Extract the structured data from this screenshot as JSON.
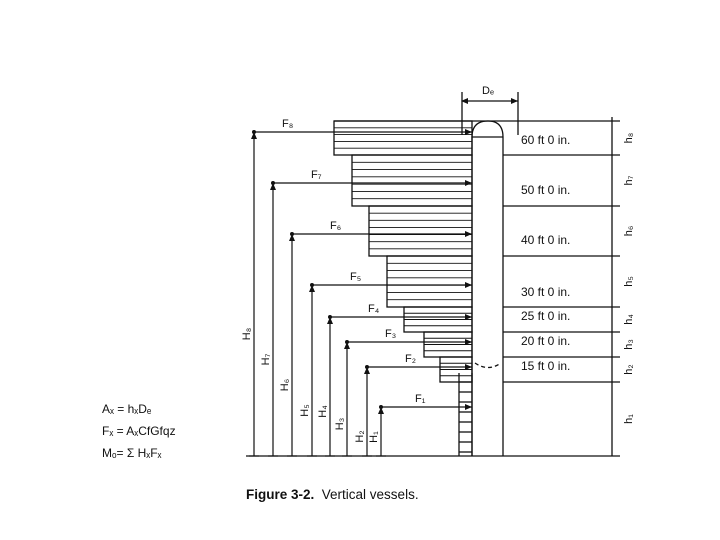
{
  "diagram": {
    "diameter_label": "Dₑ",
    "levels": [
      {
        "force": "F₁",
        "height": "H₁",
        "segment": "h₁",
        "elevation": ""
      },
      {
        "force": "F₂",
        "height": "H₂",
        "segment": "h₂",
        "elevation": "15 ft 0 in."
      },
      {
        "force": "F₃",
        "height": "H₃",
        "segment": "h₃",
        "elevation": "20 ft 0 in."
      },
      {
        "force": "F₄",
        "height": "H₄",
        "segment": "h₄",
        "elevation": "25 ft 0 in."
      },
      {
        "force": "F₅",
        "height": "H₅",
        "segment": "h₅",
        "elevation": "30 ft 0 in."
      },
      {
        "force": "F₆",
        "height": "H₆",
        "segment": "h₆",
        "elevation": "40 ft 0 in."
      },
      {
        "force": "F₇",
        "height": "H₇",
        "segment": "h₇",
        "elevation": "50 ft 0 in."
      },
      {
        "force": "F₈",
        "height": "H₈",
        "segment": "h₈",
        "elevation": "60 ft 0 in."
      }
    ]
  },
  "formulas": [
    "Aₓ = hₓDₑ",
    "Fₓ = AₓCfGfqz",
    "Mₒ= Σ HₓFₓ"
  ],
  "caption": {
    "label": "Figure 3-2.",
    "text": "Vertical vessels."
  }
}
